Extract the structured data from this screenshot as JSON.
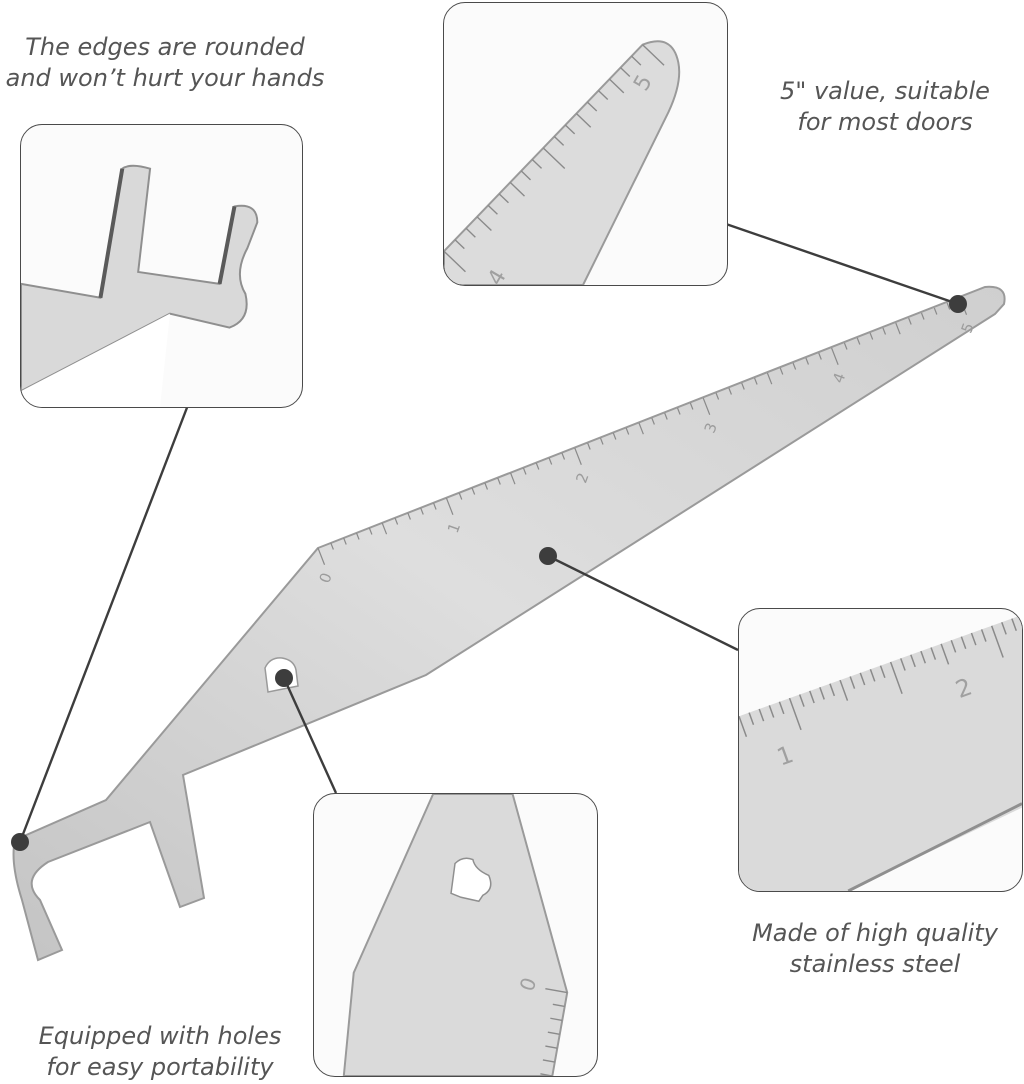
{
  "captions": {
    "edges": [
      "The edges are rounded",
      "and won’t hurt your hands"
    ],
    "value": [
      "5\" value, suitable",
      "for most doors"
    ],
    "material": [
      "Made of high quality",
      "stainless steel"
    ],
    "holes": [
      "Equipped with holes",
      "for easy portability"
    ]
  },
  "ruler": {
    "main_numbers": [
      "0",
      "1",
      "2",
      "3",
      "4",
      "5"
    ],
    "tip_inset_numbers": [
      "4",
      "5"
    ],
    "ruler_inset_numbers": [
      "1",
      "2"
    ],
    "hole_inset_numbers": [
      "0"
    ]
  },
  "colors": {
    "steel_light": "#e4e4e4",
    "steel_dark": "#bdbdbd",
    "outline": "#9a9a9a",
    "leader": "#3d3d3d",
    "caption": "#555555"
  }
}
